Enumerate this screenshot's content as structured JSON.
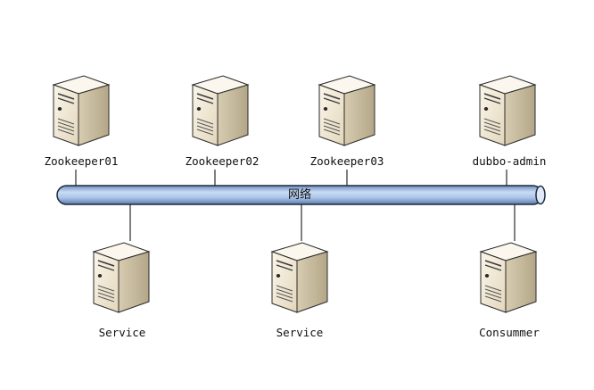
{
  "network": {
    "label": "网络"
  },
  "nodes": [
    {
      "id": "zk1",
      "label": "Zookeeper01",
      "row": "top"
    },
    {
      "id": "zk2",
      "label": "Zookeeper02",
      "row": "top"
    },
    {
      "id": "zk3",
      "label": "Zookeeper03",
      "row": "top"
    },
    {
      "id": "admin",
      "label": "dubbo-admin",
      "row": "top"
    },
    {
      "id": "svc1",
      "label": "Service",
      "row": "bottom"
    },
    {
      "id": "svc2",
      "label": "Service",
      "row": "bottom"
    },
    {
      "id": "consumer",
      "label": "Consummer",
      "row": "bottom"
    }
  ],
  "icons": {
    "server": "server-tower-icon"
  },
  "colors": {
    "bus_fill": "#a9c3e8",
    "bus_stroke": "#1b2a3d",
    "server_front": "#f2ead7",
    "server_side": "#c9bda3",
    "server_top": "#fbf7ee",
    "line": "#000000"
  }
}
